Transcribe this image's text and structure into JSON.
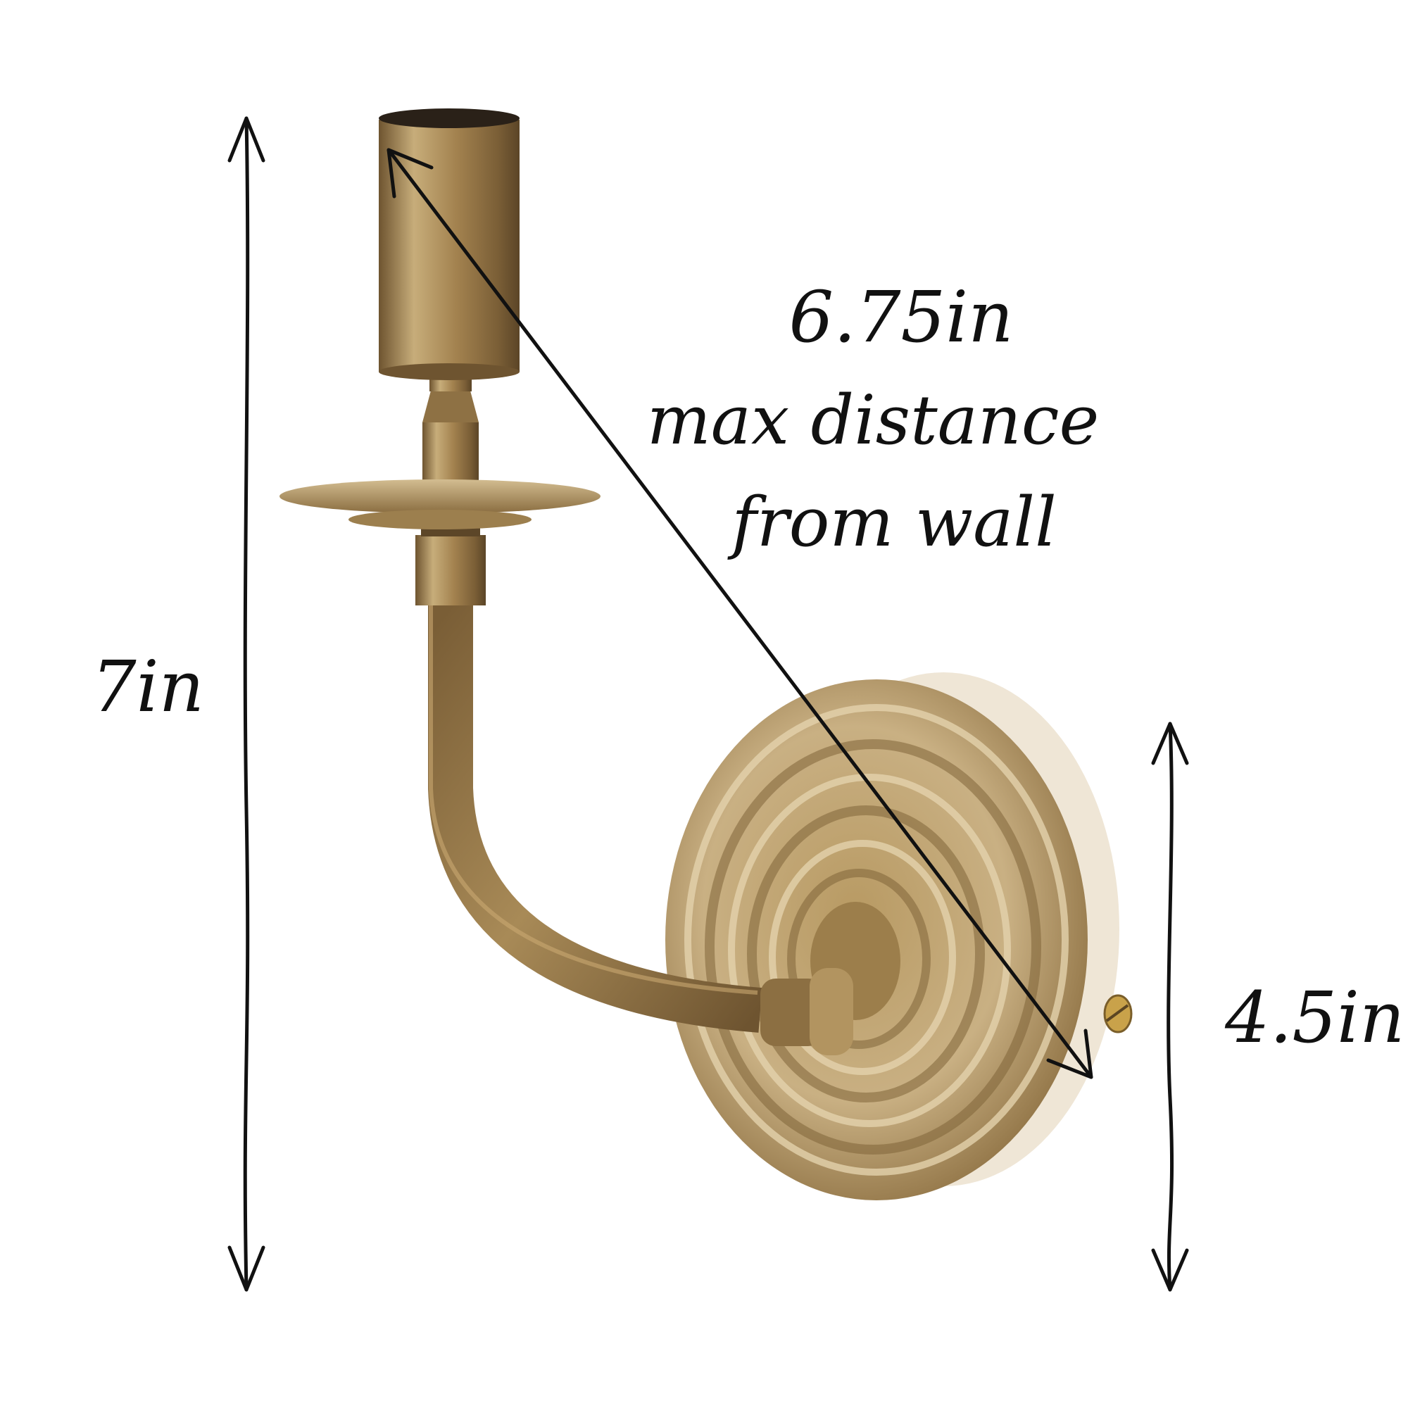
{
  "colors": {
    "background": "#ffffff",
    "ink": "#111111",
    "brass_light": "#d9c49a",
    "brass_mid": "#b4955f",
    "brass_dark": "#6e5430",
    "brass_deep": "#4a3820",
    "wall_face": "#efe6d6"
  },
  "labels": {
    "height": "7in",
    "distance_value": "6.75in",
    "distance_line2": "max distance",
    "distance_line3": "from wall",
    "backplate": "4.5in"
  }
}
